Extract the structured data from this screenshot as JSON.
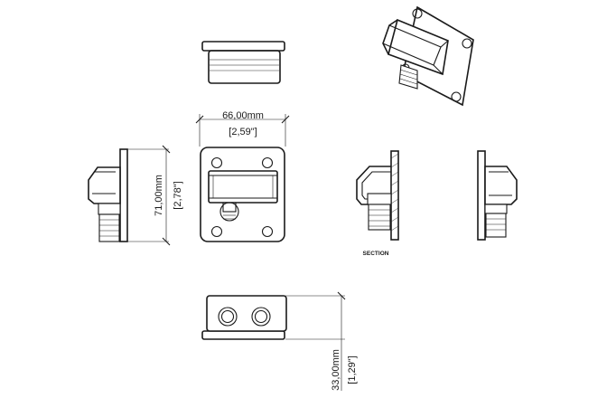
{
  "dimensions": {
    "width_mm": "66,00mm",
    "width_in": "[2,59\"]",
    "height_mm": "71,00mm",
    "height_in": "[2,78\"]",
    "depth_mm": "33,00mm",
    "depth_in": "[1,29\"]"
  },
  "labels": {
    "section": "SECTION"
  }
}
